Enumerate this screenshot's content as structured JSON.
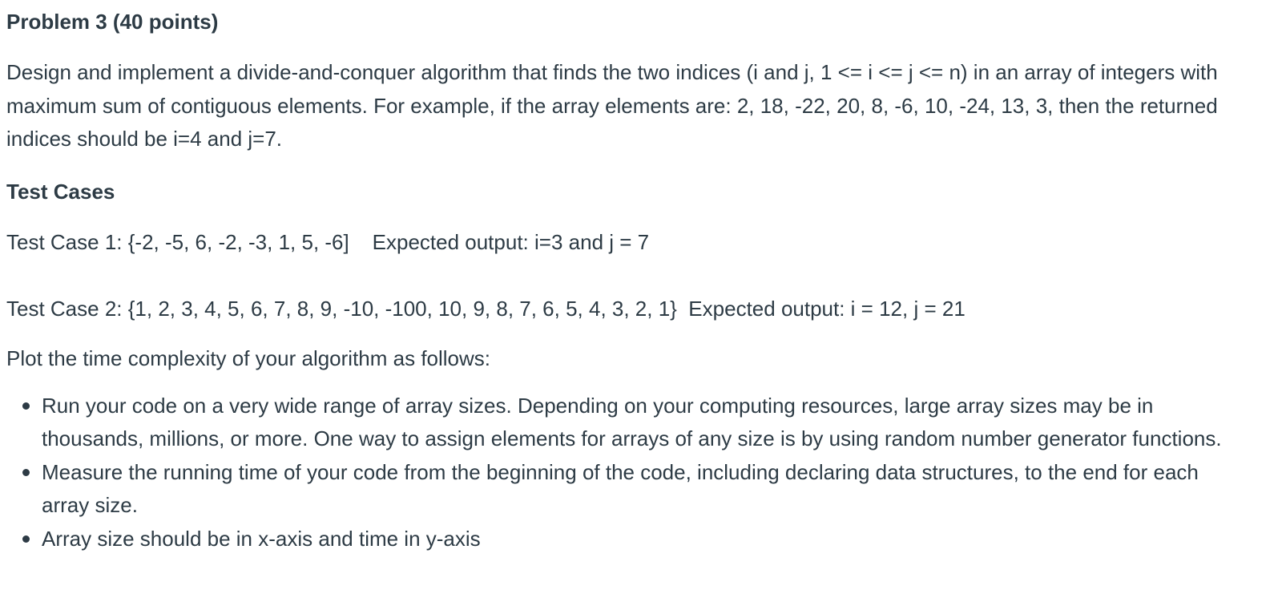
{
  "problem": {
    "title": "Problem 3 (40 points)",
    "description": "Design and implement a divide-and-conquer algorithm that finds the two indices (i and j, 1 <= i <= j <= n) in an array of integers with maximum sum of contiguous elements. For example, if the array elements are: 2, 18, -22, 20, 8, -6, 10, -24, 13, 3, then the returned indices should be i=4 and j=7."
  },
  "test_cases": {
    "heading": "Test Cases",
    "case1": "Test Case 1: {-2, -5, 6, -2, -3, 1, 5, -6]    Expected output: i=3 and j = 7",
    "case2": "Test Case 2: {1, 2, 3, 4, 5, 6, 7, 8, 9, -10, -100, 10, 9, 8, 7, 6, 5, 4, 3, 2, 1}  Expected output: i = 12, j = 21"
  },
  "plot": {
    "intro": "Plot the time complexity of your algorithm as follows:",
    "bullets": [
      "Run your code on a very wide range of array sizes. Depending on your computing resources, large array sizes may be in thousands, millions, or more. One way to assign elements for arrays of any size is by using random number generator functions.",
      "Measure the running time of your code from the beginning of the code, including declaring data structures, to the end for each array size.",
      "Array size should be in x-axis and time in y-axis"
    ]
  }
}
